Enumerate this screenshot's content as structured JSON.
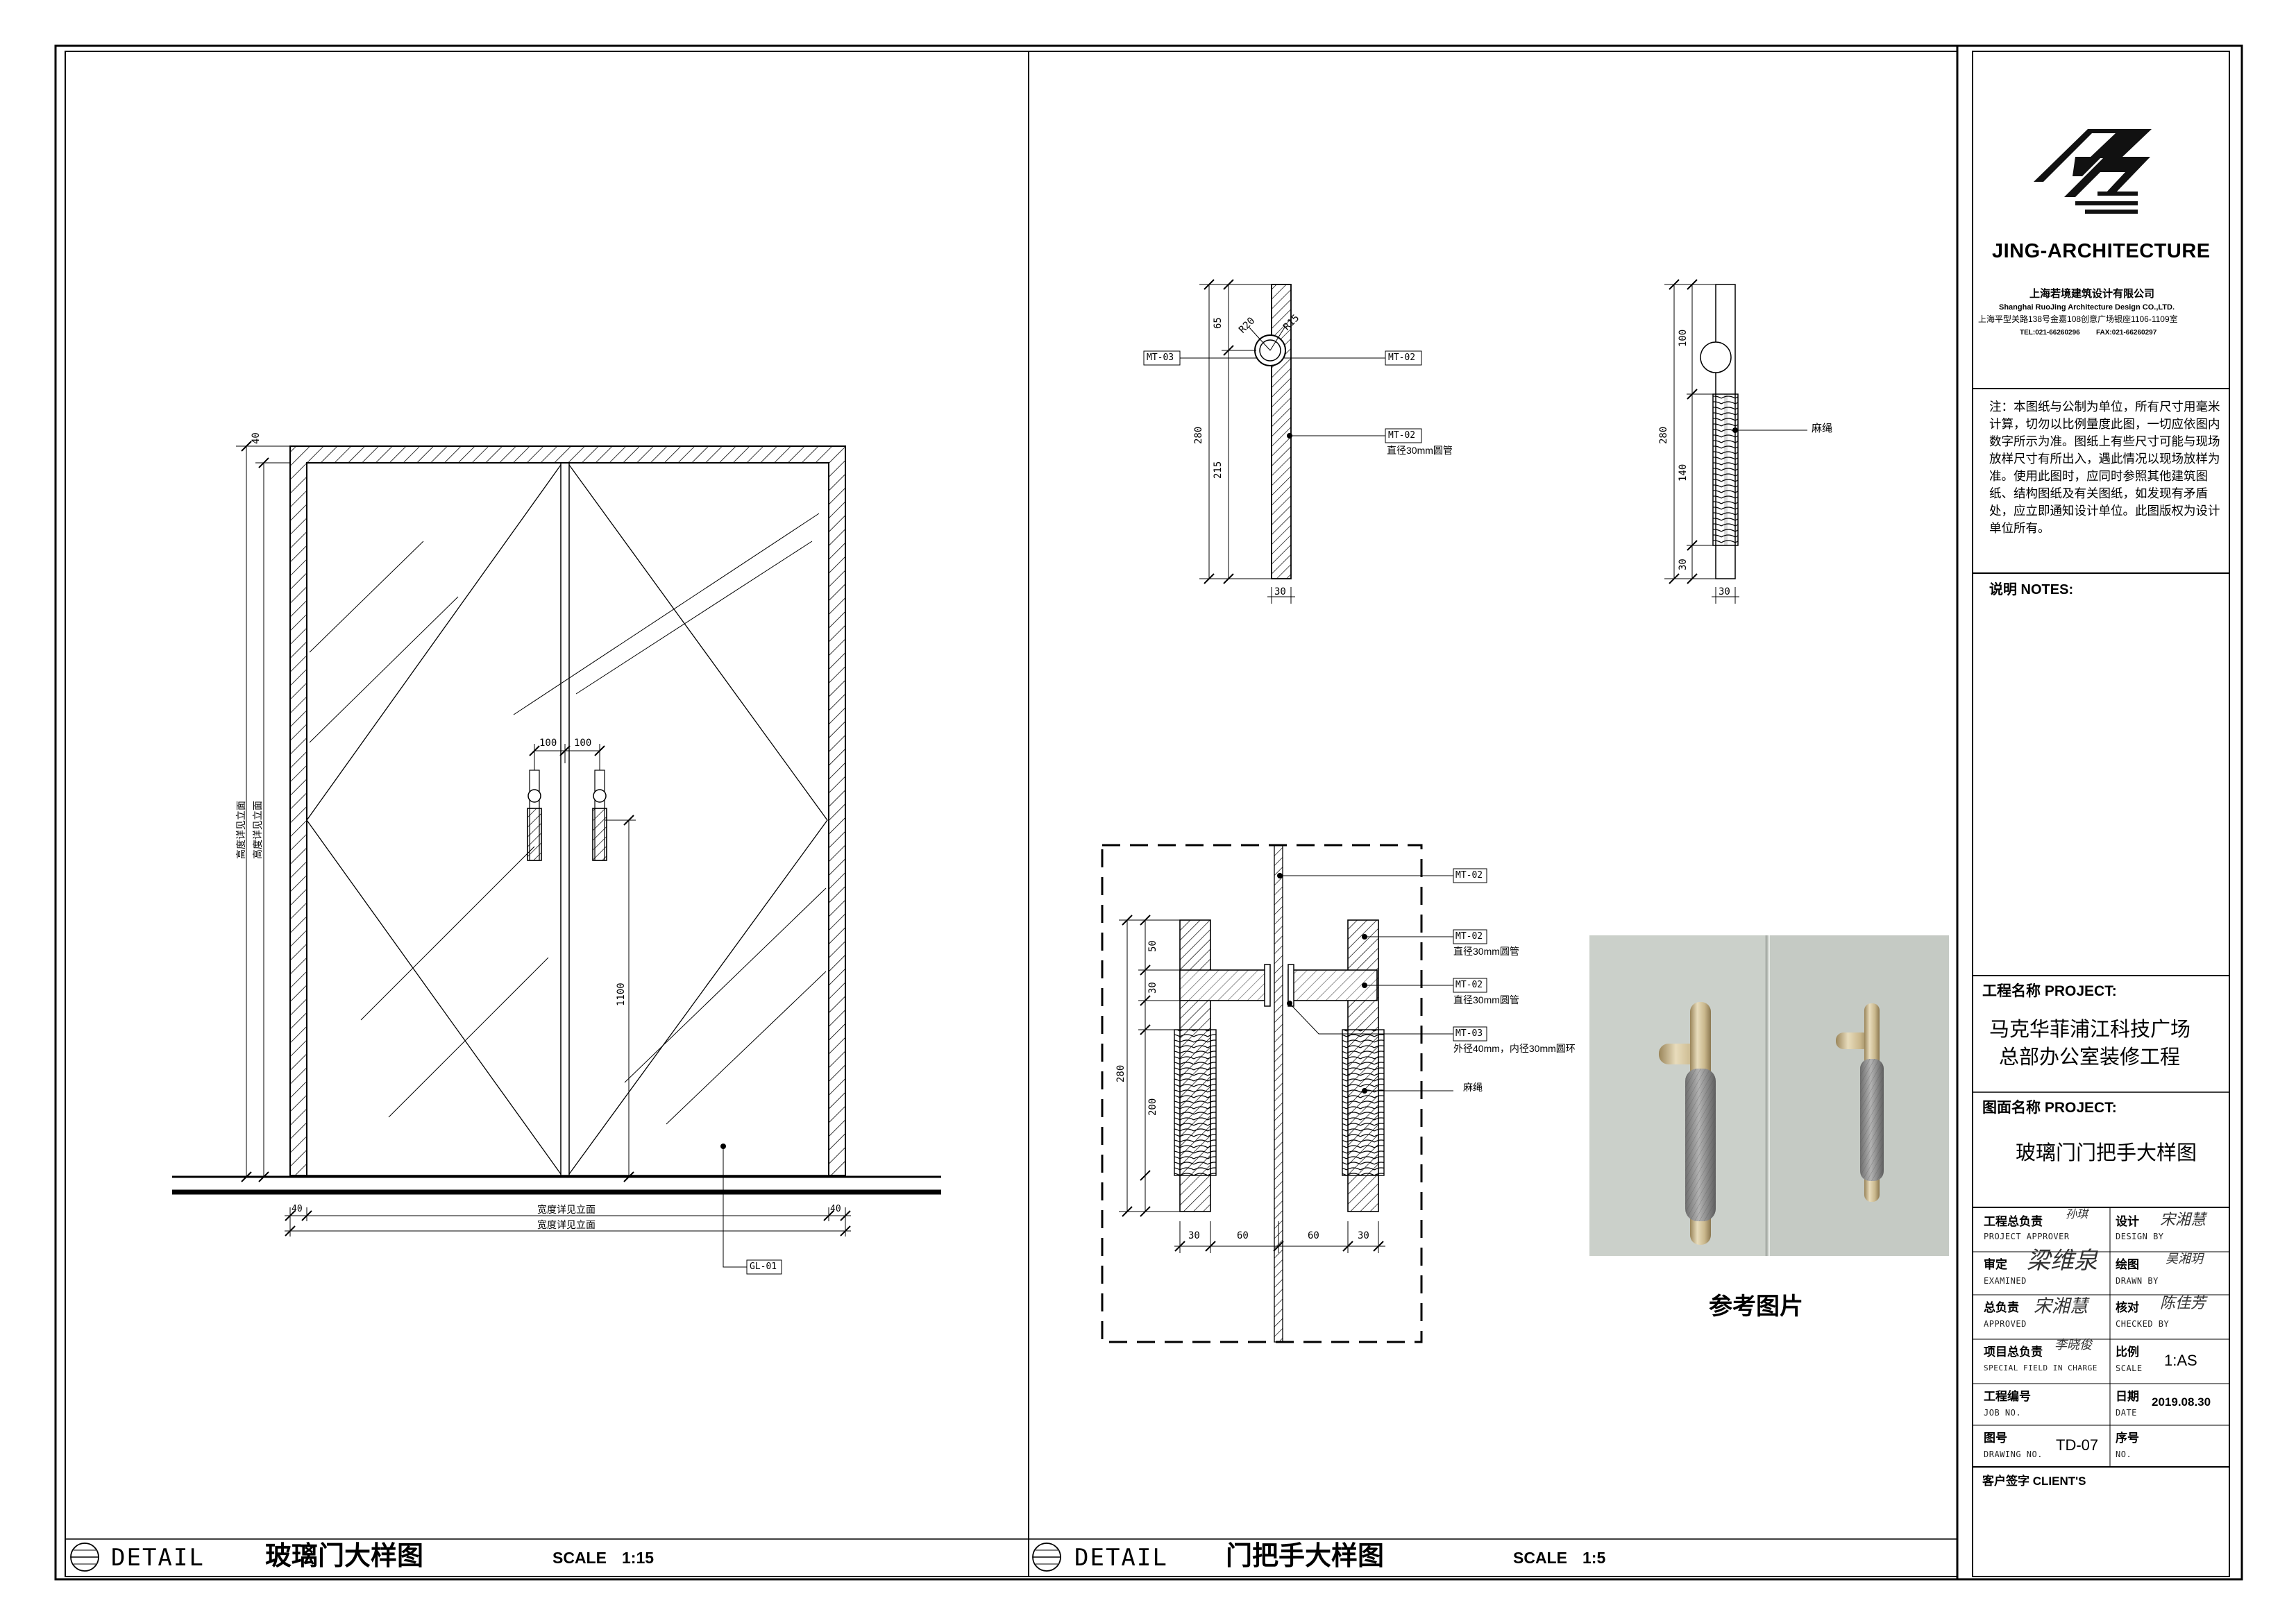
{
  "left_view": {
    "detail_word": "DETAIL",
    "title": "玻璃门大样图",
    "scale_label": "SCALE",
    "scale_value": "1:15",
    "dims": {
      "top_40": "40",
      "height_1": "高度详见立面",
      "height_2": "高度详见立面",
      "handle_left": "100",
      "handle_right": "100",
      "handle_height": "1100",
      "bottom_40_left": "40",
      "bottom_40_right": "40",
      "width_1": "宽度详见立面",
      "width_2": "宽度详见立面"
    },
    "tag": "GL-01"
  },
  "right_view": {
    "detail_word": "DETAIL",
    "title": "门把手大样图",
    "scale_label": "SCALE",
    "scale_value": "1:5",
    "side1": {
      "dim_65": "65",
      "dim_280": "280",
      "dim_215": "215",
      "dim_30": "30",
      "r20": "R20",
      "r15": "R15",
      "tag_left": "MT-03",
      "tag_right": "MT-02",
      "tag_body": "MT-02",
      "body_note": "直径30mm圆管"
    },
    "side2": {
      "dim_100": "100",
      "dim_280": "280",
      "dim_140": "140",
      "dim_30v": "30",
      "dim_30": "30",
      "rope": "麻绳"
    },
    "plan": {
      "tag_glass": "MT-02",
      "tag_a": "MT-02",
      "note_a": "直径30mm圆管",
      "tag_b": "MT-02",
      "note_b": "直径30mm圆管",
      "tag_c": "MT-03",
      "note_c": "外径40mm，内径30mm圆环",
      "rope": "麻绳",
      "dim_50": "50",
      "dim_30": "30",
      "dim_280": "280",
      "dim_200": "200",
      "bottom": [
        "30",
        "60",
        "60",
        "30"
      ]
    },
    "photo_caption": "参考图片"
  },
  "title_block": {
    "brand": "JING-ARCHITECTURE",
    "company_cn": "上海若境建筑设计有限公司",
    "company_en": "Shanghai RuoJing Architecture Design CO.,LTD.",
    "address": "上海平型关路138号金嘉108创意广场银座1106-1109室",
    "tel": "TEL:021-66260296",
    "fax": "FAX:021-66260297",
    "disclaimer": "注：本图纸与公制为单位，所有尺寸用毫米计算，切勿以比例量度此图，一切应依图内数字所示为准。图纸上有些尺寸可能与现场放样尺寸有所出入，遇此情况以现场放样为准。使用此图时，应同时参照其他建筑图纸、结构图纸及有关图纸，如发现有矛盾处，应立即通知设计单位。此图版权为设计单位所有。",
    "notes_label": "说明  NOTES:",
    "project_label": "工程名称 PROJECT:",
    "project_line1": "马克华菲浦江科技广场",
    "project_line2": "总部办公室装修工程",
    "drawing_label": "图面名称 PROJECT:",
    "drawing_name": "玻璃门门把手大样图",
    "rows": {
      "approver_cn": "工程总负责",
      "approver_en": "PROJECT APPROVER",
      "approver_sig": "孙琪",
      "design_cn": "设计",
      "design_en": "DESIGN BY",
      "design_sig": "宋湘慧",
      "examined_cn": "审定",
      "examined_en": "EXAMINED",
      "examined_sig": "梁维泉",
      "drawn_cn": "绘图",
      "drawn_en": "DRAWN BY",
      "drawn_sig": "吴湘玥",
      "approved_cn": "总负责",
      "approved_en": "APPROVED",
      "approved_sig": "宋湘慧",
      "checked_cn": "核对",
      "checked_en": "CHECKED BY",
      "checked_sig": "陈佳芳",
      "special_cn": "项目总负责",
      "special_en": "SPECIAL FIELD IN CHARGE",
      "special_sig": "李晓俊",
      "scale_cn": "比例",
      "scale_en": "SCALE",
      "scale_val": "1:AS",
      "job_cn": "工程编号",
      "job_en": "JOB NO.",
      "date_cn": "日期",
      "date_en": "DATE",
      "date_val": "2019.08.30",
      "drawing_no_cn": "图号",
      "drawing_no_en": "DRAWING NO.",
      "drawing_no_val": "TD-07",
      "seq_cn": "序号",
      "seq_en": "NO.",
      "client_label": "客户签字 CLIENT'S"
    }
  }
}
